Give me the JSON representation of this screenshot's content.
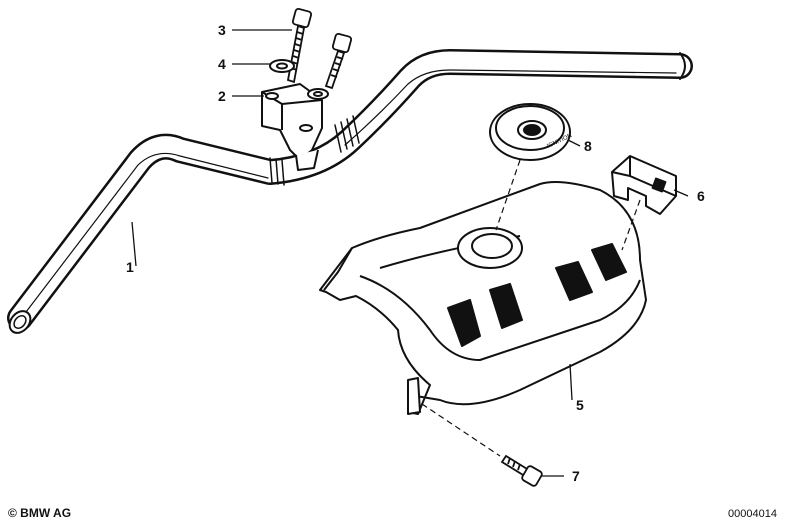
{
  "callouts": [
    {
      "id": "1",
      "text": "1"
    },
    {
      "id": "2",
      "text": "2"
    },
    {
      "id": "3",
      "text": "3"
    },
    {
      "id": "4",
      "text": "4"
    },
    {
      "id": "5",
      "text": "5"
    },
    {
      "id": "6",
      "text": "6"
    },
    {
      "id": "7",
      "text": "7"
    },
    {
      "id": "8",
      "text": "8"
    }
  ],
  "footer": {
    "copyright": "© BMW AG",
    "part_number": "00004014"
  }
}
